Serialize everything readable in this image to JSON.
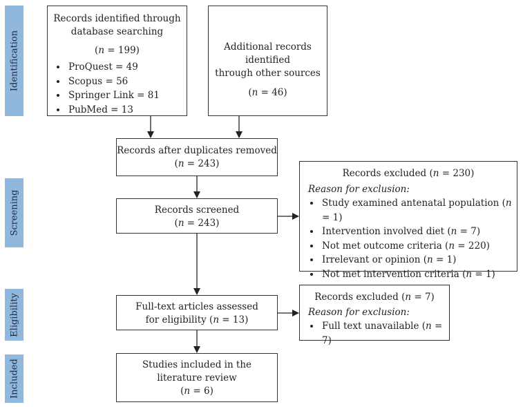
{
  "phases": {
    "identification": "Identification",
    "screening": "Screening",
    "eligibility": "Eligibility",
    "included": "Included"
  },
  "database_box": {
    "line1": "Records identified through",
    "line2": "database searching",
    "count_var": "n",
    "count_rest": " = 199)",
    "sources": [
      "ProQuest = 49",
      "Scopus = 56",
      "Springer Link = 81",
      "PubMed = 13"
    ]
  },
  "other_box": {
    "line1": "Additional records identified",
    "line2": "through other sources",
    "count_var": "n",
    "count_rest": " = 46)"
  },
  "duplicates_box": {
    "line1": "Records after duplicates removed",
    "count_var": "n",
    "count_rest": " = 243)"
  },
  "screened_box": {
    "line1": "Records screened",
    "count_var": "n",
    "count_rest": " = 243)"
  },
  "excluded_screen_box": {
    "title_pre": "Records excluded (",
    "title_var": "n",
    "title_rest": " = 230)",
    "reason_label": "Reason for exclusion:",
    "reasons": [
      {
        "text": "Study examined antenatal population (",
        "var": "n",
        "rest": " = 1)"
      },
      {
        "text": "Intervention involved diet (",
        "var": "n",
        "rest": " = 7)"
      },
      {
        "text": "Not met outcome criteria (",
        "var": "n",
        "rest": " = 220)"
      },
      {
        "text": "Irrelevant or opinion (",
        "var": "n",
        "rest": " = 1)"
      },
      {
        "text": "Not met intervention criteria (",
        "var": "n",
        "rest": " = 1)"
      }
    ]
  },
  "fulltext_box": {
    "line1": "Full-text articles assessed",
    "line2_pre": "for eligibility (",
    "line2_var": "n",
    "line2_rest": " = 13)"
  },
  "excluded_eligibility_box": {
    "title_pre": "Records excluded (",
    "title_var": "n",
    "title_rest": " = 7)",
    "reason_label": "Reason for exclusion:",
    "reasons": [
      {
        "text": "Full text unavailable (",
        "var": "n",
        "rest": " = 7)"
      }
    ]
  },
  "included_box": {
    "line1": "Studies included in the",
    "line2": "literature review",
    "count_var": "n",
    "count_rest": " = 6)"
  },
  "colors": {
    "phase_fill": "#8fb8dc",
    "line": "#222222"
  }
}
